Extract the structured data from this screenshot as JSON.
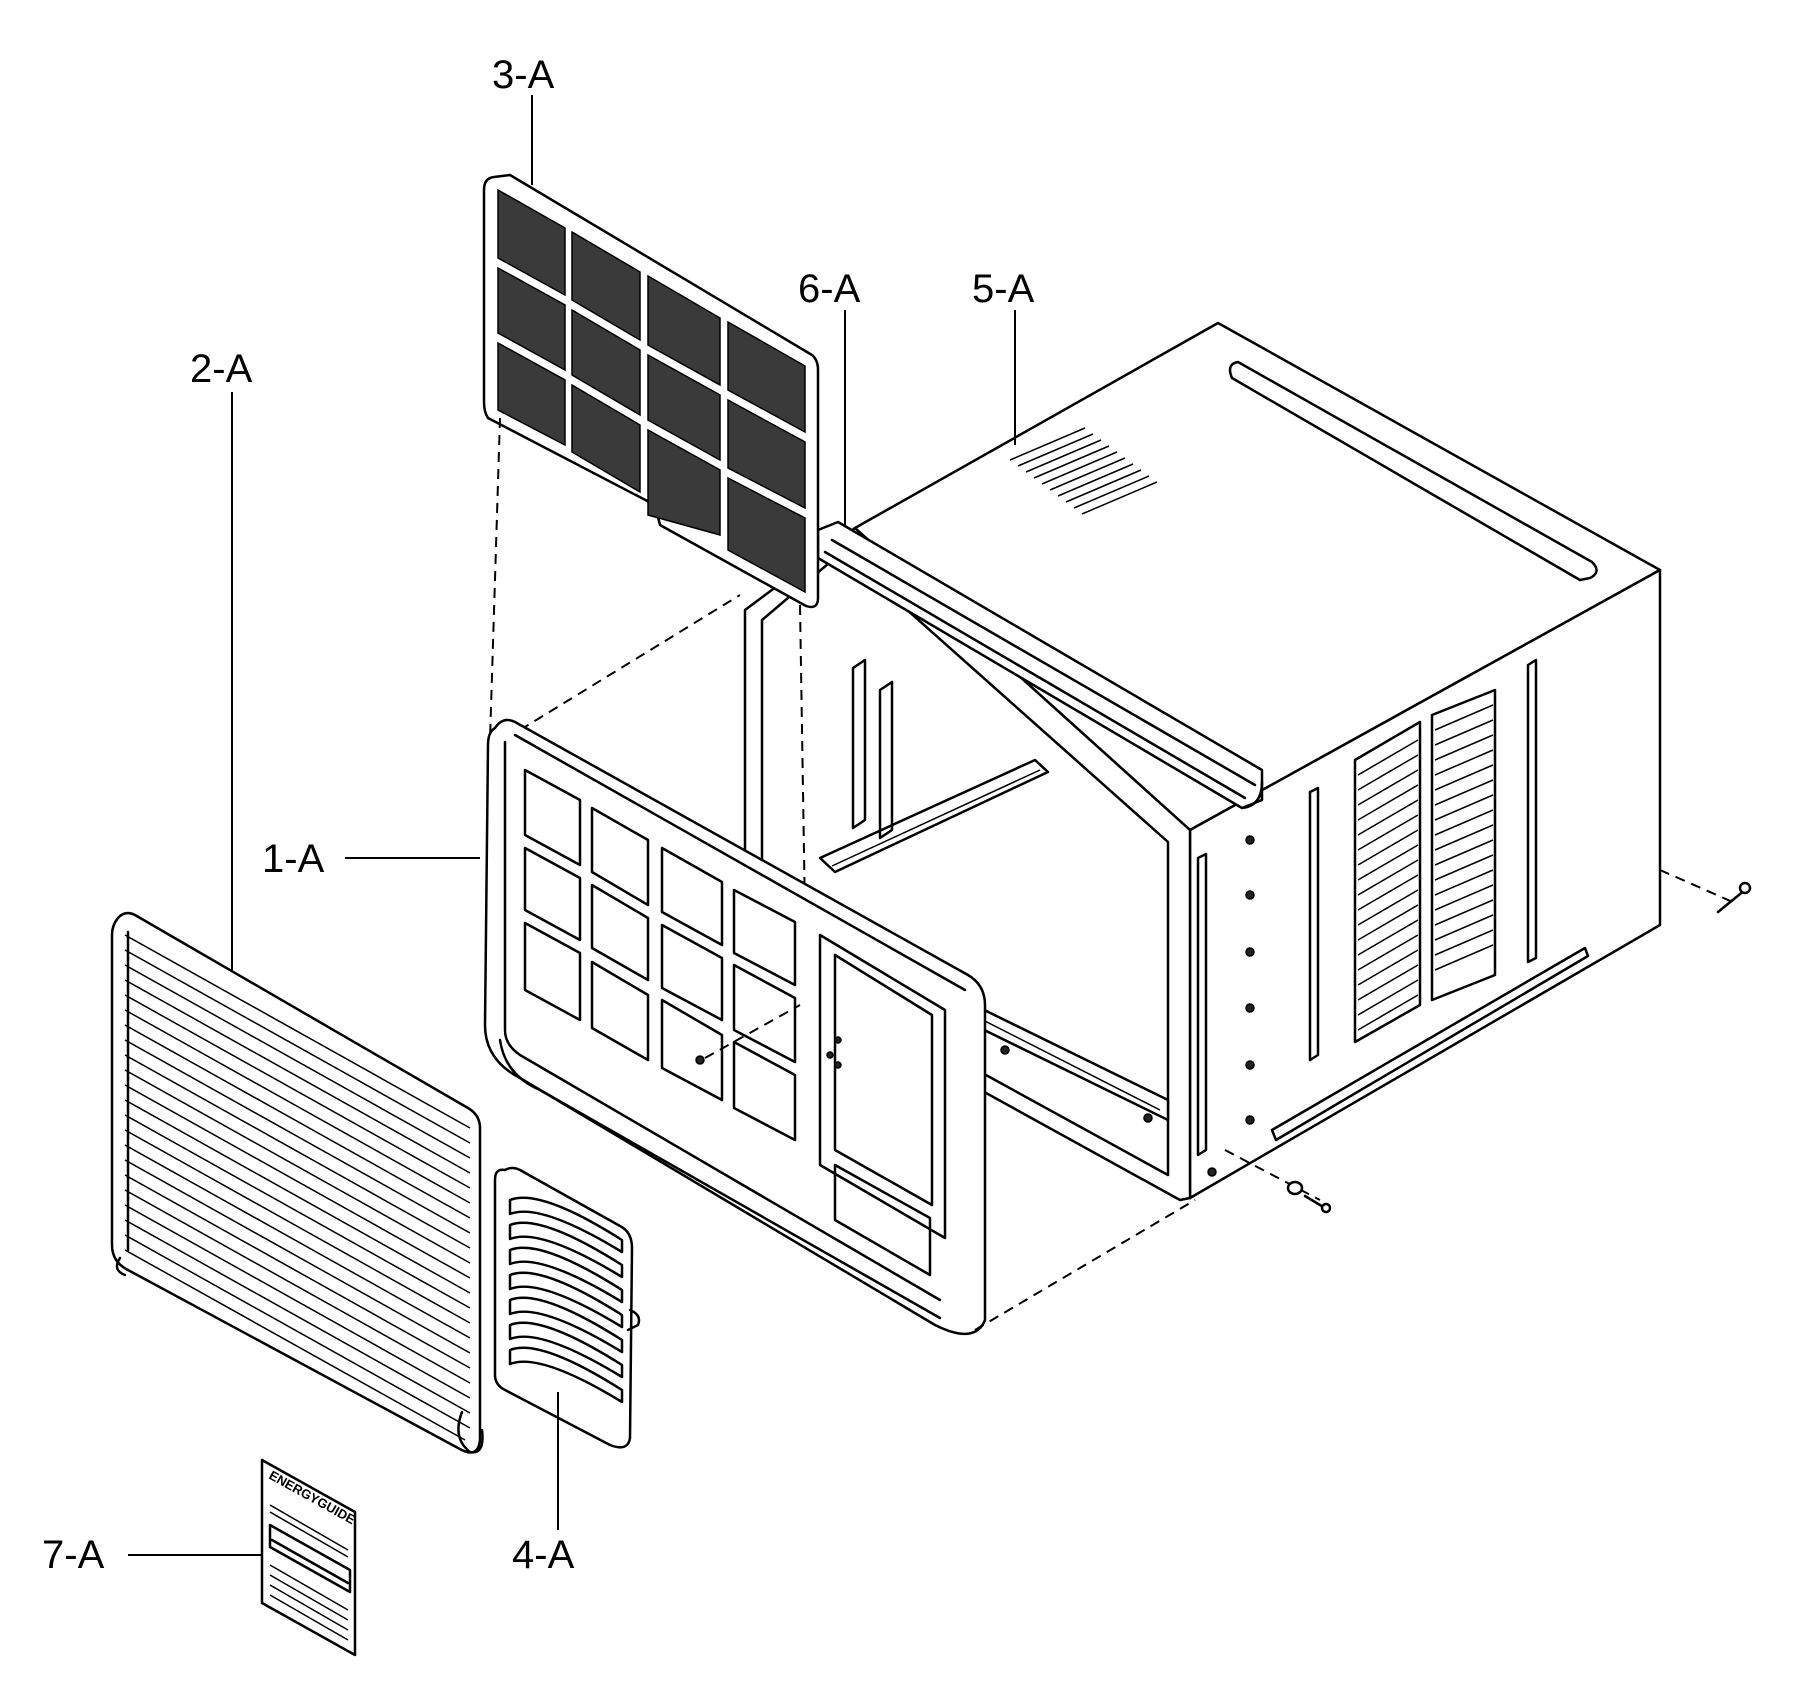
{
  "callouts": {
    "c1": "1-A",
    "c2": "2-A",
    "c3": "3-A",
    "c4": "4-A",
    "c5": "5-A",
    "c6": "6-A",
    "c7": "7-A"
  },
  "energy_label": {
    "title": "ENERGYGUIDE"
  }
}
